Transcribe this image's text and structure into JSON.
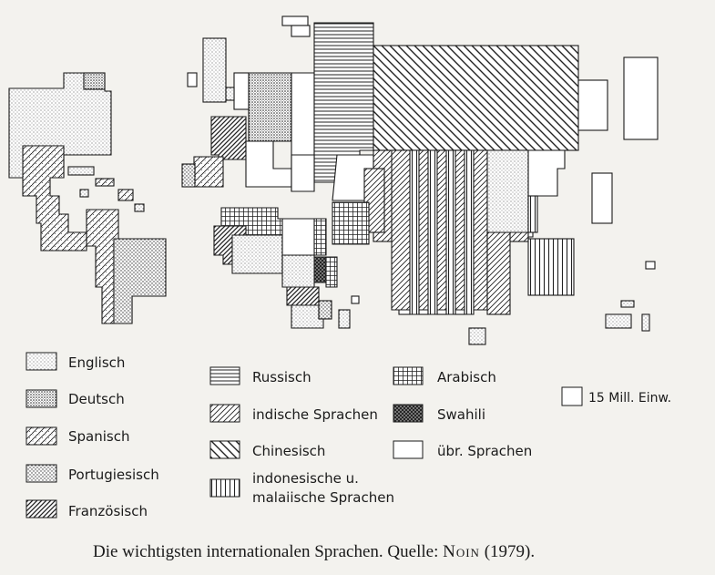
{
  "legend": {
    "englisch": "Englisch",
    "deutsch": "Deutsch",
    "spanisch": "Spanisch",
    "portugiesisch": "Portugiesisch",
    "franzoesisch": "Französisch",
    "russisch": "Russisch",
    "indisch": "indische Sprachen",
    "chinesisch": "Chinesisch",
    "indonesisch_line1": "indonesische u.",
    "indonesisch_line2": "malaiische Sprachen",
    "arabisch": "Arabisch",
    "swahili": "Swahili",
    "uebrige": "übr. Sprachen",
    "scale": "15 Mill. Einw."
  },
  "caption": {
    "text": "Die wichtigsten internationalen Sprachen. Quelle: ",
    "author": "Noin",
    "year": " (1979)."
  },
  "colors": {
    "background": "#f3f2ee",
    "ink": "#1a1a1a"
  }
}
